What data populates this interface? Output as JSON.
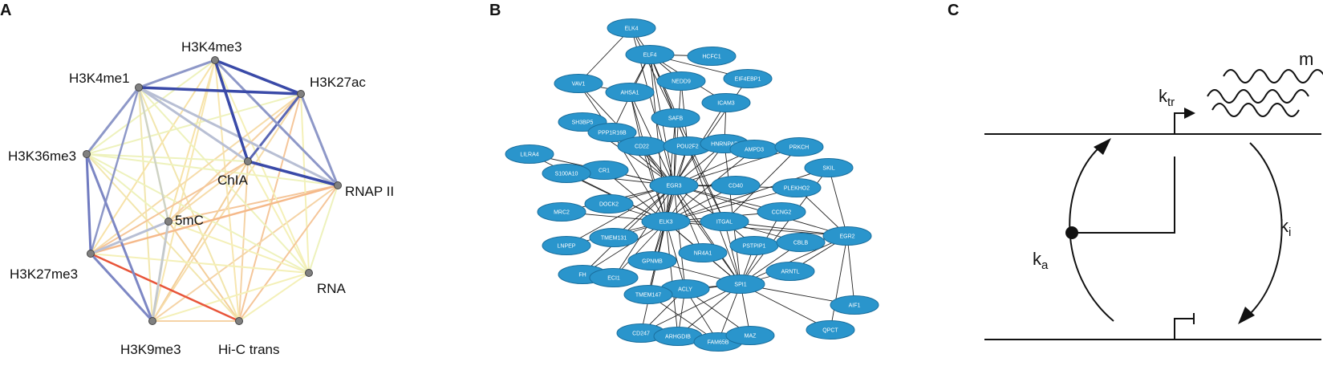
{
  "panels": {
    "a": "A",
    "b": "B",
    "c": "C"
  },
  "panel_a": {
    "nodes": [
      {
        "id": "H3K4me3",
        "label": "H3K4me3"
      },
      {
        "id": "H3K4me1",
        "label": "H3K4me1"
      },
      {
        "id": "H3K27ac",
        "label": "H3K27ac"
      },
      {
        "id": "H3K36me3",
        "label": "H3K36me3"
      },
      {
        "id": "ChIA",
        "label": "ChIA"
      },
      {
        "id": "RNAPII",
        "label": "RNAP II"
      },
      {
        "id": "5mC",
        "label": "5mC"
      },
      {
        "id": "H3K27me3",
        "label": "H3K27me3"
      },
      {
        "id": "RNA",
        "label": "RNA"
      },
      {
        "id": "H3K9me3",
        "label": "H3K9me3"
      },
      {
        "id": "HiC",
        "label": "Hi-C trans"
      }
    ],
    "edges": [
      {
        "s": "H3K4me1",
        "t": "H3K27ac",
        "color": "#3a4aa8",
        "w": 3.5
      },
      {
        "s": "H3K4me3",
        "t": "H3K27ac",
        "color": "#3a4aa8",
        "w": 3.5
      },
      {
        "s": "H3K4me3",
        "t": "ChIA",
        "color": "#3a4aa8",
        "w": 3.5
      },
      {
        "s": "ChIA",
        "t": "RNAPII",
        "color": "#3a4aa8",
        "w": 3.5
      },
      {
        "s": "H3K27ac",
        "t": "ChIA",
        "color": "#5a66b4",
        "w": 3
      },
      {
        "s": "H3K4me1",
        "t": "H3K4me3",
        "color": "#8e98c8",
        "w": 3
      },
      {
        "s": "H3K4me1",
        "t": "H3K36me3",
        "color": "#8e98c8",
        "w": 3
      },
      {
        "s": "H3K27ac",
        "t": "RNAPII",
        "color": "#8e98c8",
        "w": 3
      },
      {
        "s": "H3K4me3",
        "t": "RNAPII",
        "color": "#8e98c8",
        "w": 3
      },
      {
        "s": "H3K36me3",
        "t": "H3K27me3",
        "color": "#6f7ac0",
        "w": 3
      },
      {
        "s": "H3K27me3",
        "t": "H3K9me3",
        "color": "#7d87c4",
        "w": 3
      },
      {
        "s": "H3K36me3",
        "t": "H3K9me3",
        "color": "#7d87c4",
        "w": 3
      },
      {
        "s": "H3K4me1",
        "t": "H3K27me3",
        "color": "#8e98c8",
        "w": 2.5
      },
      {
        "s": "H3K4me1",
        "t": "RNAPII",
        "color": "#b8bfd4",
        "w": 3
      },
      {
        "s": "H3K4me1",
        "t": "ChIA",
        "color": "#b8bfd4",
        "w": 3
      },
      {
        "s": "H3K27me3",
        "t": "5mC",
        "color": "#b8bfd4",
        "w": 3
      },
      {
        "s": "5mC",
        "t": "H3K9me3",
        "color": "#c4c9cc",
        "w": 3
      },
      {
        "s": "H3K4me1",
        "t": "5mC",
        "color": "#cfd3c4",
        "w": 2.5
      },
      {
        "s": "H3K27me3",
        "t": "HiC",
        "color": "#e8553a",
        "w": 2.5
      },
      {
        "s": "H3K27me3",
        "t": "RNAPII",
        "color": "#f5b98a",
        "w": 2.5
      },
      {
        "s": "5mC",
        "t": "H3K27ac",
        "color": "#f5c69a",
        "w": 2
      },
      {
        "s": "5mC",
        "t": "RNAPII",
        "color": "#f5c69a",
        "w": 2
      },
      {
        "s": "H3K9me3",
        "t": "ChIA",
        "color": "#f3cf9a",
        "w": 2
      },
      {
        "s": "HiC",
        "t": "H3K27ac",
        "color": "#f5c69a",
        "w": 2
      },
      {
        "s": "HiC",
        "t": "ChIA",
        "color": "#f5d3a6",
        "w": 2
      },
      {
        "s": "H3K9me3",
        "t": "RNAPII",
        "color": "#f5d3a6",
        "w": 2
      },
      {
        "s": "HiC",
        "t": "5mC",
        "color": "#f3cf9a",
        "w": 2
      },
      {
        "s": "H3K4me3",
        "t": "5mC",
        "color": "#f7e2a8",
        "w": 2
      },
      {
        "s": "H3K4me3",
        "t": "H3K27me3",
        "color": "#f7e2a8",
        "w": 2
      },
      {
        "s": "H3K4me3",
        "t": "H3K9me3",
        "color": "#f7e6b0",
        "w": 2
      },
      {
        "s": "H3K4me3",
        "t": "HiC",
        "color": "#f7e6b0",
        "w": 2
      },
      {
        "s": "H3K4me3",
        "t": "RNA",
        "color": "#f4f0b8",
        "w": 2
      },
      {
        "s": "H3K4me3",
        "t": "H3K36me3",
        "color": "#eef2bd",
        "w": 2
      },
      {
        "s": "H3K4me1",
        "t": "RNA",
        "color": "#eef2bd",
        "w": 2
      },
      {
        "s": "H3K4me1",
        "t": "HiC",
        "color": "#f2e6ae",
        "w": 2
      },
      {
        "s": "H3K4me1",
        "t": "H3K9me3",
        "color": "#f2e6ae",
        "w": 2
      },
      {
        "s": "H3K27ac",
        "t": "H3K36me3",
        "color": "#eef2bd",
        "w": 2
      },
      {
        "s": "H3K27ac",
        "t": "5mC",
        "color": "#f5d3a6",
        "w": 2
      },
      {
        "s": "H3K27ac",
        "t": "H3K27me3",
        "color": "#f6dcaa",
        "w": 2
      },
      {
        "s": "H3K27ac",
        "t": "H3K9me3",
        "color": "#f6dcaa",
        "w": 2
      },
      {
        "s": "H3K27ac",
        "t": "RNA",
        "color": "#f4f0b8",
        "w": 2
      },
      {
        "s": "H3K36me3",
        "t": "ChIA",
        "color": "#eef2bd",
        "w": 2
      },
      {
        "s": "H3K36me3",
        "t": "RNAPII",
        "color": "#eef2bd",
        "w": 2
      },
      {
        "s": "H3K36me3",
        "t": "5mC",
        "color": "#eef2bd",
        "w": 2
      },
      {
        "s": "H3K36me3",
        "t": "RNA",
        "color": "#eef2bd",
        "w": 2
      },
      {
        "s": "H3K36me3",
        "t": "HiC",
        "color": "#f2e6ae",
        "w": 2
      },
      {
        "s": "ChIA",
        "t": "5mC",
        "color": "#f6dcaa",
        "w": 2
      },
      {
        "s": "ChIA",
        "t": "H3K27me3",
        "color": "#f5c69a",
        "w": 2
      },
      {
        "s": "ChIA",
        "t": "RNA",
        "color": "#f4f0b8",
        "w": 2
      },
      {
        "s": "RNAPII",
        "t": "RNA",
        "color": "#eef2bd",
        "w": 2
      },
      {
        "s": "RNAPII",
        "t": "HiC",
        "color": "#f5c69a",
        "w": 2
      },
      {
        "s": "5mC",
        "t": "RNA",
        "color": "#f4f0b8",
        "w": 2
      },
      {
        "s": "H3K27me3",
        "t": "RNA",
        "color": "#f4f0b8",
        "w": 2
      },
      {
        "s": "H3K9me3",
        "t": "RNA",
        "color": "#f4f0b8",
        "w": 2
      },
      {
        "s": "H3K9me3",
        "t": "HiC",
        "color": "#f5d3a6",
        "w": 2
      },
      {
        "s": "HiC",
        "t": "RNA",
        "color": "#f4f0b8",
        "w": 2
      }
    ]
  },
  "panel_b": {
    "nodes": [
      {
        "id": "ELK4",
        "label": "ELK4"
      },
      {
        "id": "ELF4",
        "label": "ELF4"
      },
      {
        "id": "HCFC1",
        "label": "HCFC1"
      },
      {
        "id": "VAV1",
        "label": "VAV1"
      },
      {
        "id": "NEDD9",
        "label": "NEDD9"
      },
      {
        "id": "EIF4EBP1",
        "label": "EIF4EBP1"
      },
      {
        "id": "AHSA1",
        "label": "AHSA1"
      },
      {
        "id": "ICAM3",
        "label": "ICAM3"
      },
      {
        "id": "SH3BP5",
        "label": "SH3BP5"
      },
      {
        "id": "SAFB",
        "label": "SAFB"
      },
      {
        "id": "PPP1R16B",
        "label": "PPP1R16B"
      },
      {
        "id": "CD22",
        "label": "CD22"
      },
      {
        "id": "POU2F2",
        "label": "POU2F2"
      },
      {
        "id": "HNRNPAB",
        "label": "HNRNPAB"
      },
      {
        "id": "AMPD3",
        "label": "AMPD3"
      },
      {
        "id": "PRKCH",
        "label": "PRKCH"
      },
      {
        "id": "LILRA4",
        "label": "LILRA4"
      },
      {
        "id": "CR1",
        "label": "CR1"
      },
      {
        "id": "S100A10",
        "label": "S100A10"
      },
      {
        "id": "SKIL",
        "label": "SKIL"
      },
      {
        "id": "EGR3",
        "label": "EGR3"
      },
      {
        "id": "CD40",
        "label": "CD40"
      },
      {
        "id": "PLEKHO2",
        "label": "PLEKHO2"
      },
      {
        "id": "MRC2",
        "label": "MRC2"
      },
      {
        "id": "DOCK2",
        "label": "DOCK2"
      },
      {
        "id": "CCNG2",
        "label": "CCNG2"
      },
      {
        "id": "ELK3",
        "label": "ELK3"
      },
      {
        "id": "ITGAL",
        "label": "ITGAL"
      },
      {
        "id": "EGR2",
        "label": "EGR2"
      },
      {
        "id": "TMEM131",
        "label": "TMEM131"
      },
      {
        "id": "LNPEP",
        "label": "LNPEP"
      },
      {
        "id": "PSTPIP1",
        "label": "PSTPIP1"
      },
      {
        "id": "CBLB",
        "label": "CBLB"
      },
      {
        "id": "NR4A1",
        "label": "NR4A1"
      },
      {
        "id": "GPNMB",
        "label": "GPNMB"
      },
      {
        "id": "ARNTL",
        "label": "ARNTL"
      },
      {
        "id": "FH",
        "label": "FH"
      },
      {
        "id": "ECI1",
        "label": "ECI1"
      },
      {
        "id": "SPI1",
        "label": "SPI1"
      },
      {
        "id": "ACLY",
        "label": "ACLY"
      },
      {
        "id": "TMEM147",
        "label": "TMEM147"
      },
      {
        "id": "AIF1",
        "label": "AIF1"
      },
      {
        "id": "QPCT",
        "label": "QPCT"
      },
      {
        "id": "CD247",
        "label": "CD247"
      },
      {
        "id": "ARHGDIB",
        "label": "ARHGDIB"
      },
      {
        "id": "FAM65B",
        "label": "FAM65B"
      },
      {
        "id": "MAZ",
        "label": "MAZ"
      }
    ],
    "edges": [
      [
        "ELK4",
        "ELF4"
      ],
      [
        "ELK4",
        "VAV1"
      ],
      [
        "ELK4",
        "SAFB"
      ],
      [
        "ELK4",
        "EGR3"
      ],
      [
        "ELF4",
        "HCFC1"
      ],
      [
        "ELF4",
        "NEDD9"
      ],
      [
        "ELF4",
        "EIF4EBP1"
      ],
      [
        "ELF4",
        "AHSA1"
      ],
      [
        "ELF4",
        "ICAM3"
      ],
      [
        "ELF4",
        "SAFB"
      ],
      [
        "ELF4",
        "POU2F2"
      ],
      [
        "ELF4",
        "EGR3"
      ],
      [
        "ELF4",
        "ELK3"
      ],
      [
        "ELF4",
        "ITGAL"
      ],
      [
        "ELF4",
        "PPP1R16B"
      ],
      [
        "VAV1",
        "AHSA1"
      ],
      [
        "VAV1",
        "EGR3"
      ],
      [
        "VAV1",
        "PPP1R16B"
      ],
      [
        "NEDD9",
        "EGR3"
      ],
      [
        "NEDD9",
        "POU2F2"
      ],
      [
        "EIF4EBP1",
        "EGR3"
      ],
      [
        "ICAM3",
        "EGR3"
      ],
      [
        "ICAM3",
        "HNRNPAB"
      ],
      [
        "AHSA1",
        "CD22"
      ],
      [
        "AHSA1",
        "EGR3"
      ],
      [
        "AHSA1",
        "ELK3"
      ],
      [
        "SH3BP5",
        "EGR3"
      ],
      [
        "SH3BP5",
        "PPP1R16B"
      ],
      [
        "SAFB",
        "EGR3"
      ],
      [
        "SAFB",
        "ELK3"
      ],
      [
        "SAFB",
        "POU2F2"
      ],
      [
        "PPP1R16B",
        "EGR3"
      ],
      [
        "PPP1R16B",
        "ELK3"
      ],
      [
        "CD22",
        "EGR3"
      ],
      [
        "CD22",
        "ELK3"
      ],
      [
        "CD22",
        "SPI1"
      ],
      [
        "POU2F2",
        "EGR3"
      ],
      [
        "POU2F2",
        "ELK3"
      ],
      [
        "POU2F2",
        "SPI1"
      ],
      [
        "POU2F2",
        "ITGAL"
      ],
      [
        "HNRNPAB",
        "EGR3"
      ],
      [
        "HNRNPAB",
        "ELK3"
      ],
      [
        "HNRNPAB",
        "SPI1"
      ],
      [
        "AMPD3",
        "EGR3"
      ],
      [
        "AMPD3",
        "ELK3"
      ],
      [
        "PRKCH",
        "EGR3"
      ],
      [
        "PRKCH",
        "ITGAL"
      ],
      [
        "LILRA4",
        "EGR3"
      ],
      [
        "LILRA4",
        "ELK3"
      ],
      [
        "CR1",
        "EGR3"
      ],
      [
        "CR1",
        "ELK3"
      ],
      [
        "S100A10",
        "EGR3"
      ],
      [
        "S100A10",
        "ELK3"
      ],
      [
        "SKIL",
        "EGR2"
      ],
      [
        "SKIL",
        "ELK3"
      ],
      [
        "SKIL",
        "SPI1"
      ],
      [
        "EGR3",
        "CD40"
      ],
      [
        "EGR3",
        "PLEKHO2"
      ],
      [
        "EGR3",
        "MRC2"
      ],
      [
        "EGR3",
        "DOCK2"
      ],
      [
        "EGR3",
        "ELK3"
      ],
      [
        "EGR3",
        "ITGAL"
      ],
      [
        "EGR3",
        "TMEM131"
      ],
      [
        "EGR3",
        "LNPEP"
      ],
      [
        "EGR3",
        "FH"
      ],
      [
        "EGR3",
        "ECI1"
      ],
      [
        "EGR3",
        "GPNMB"
      ],
      [
        "EGR3",
        "NR4A1"
      ],
      [
        "EGR3",
        "SPI1"
      ],
      [
        "EGR3",
        "ACLY"
      ],
      [
        "EGR3",
        "TMEM147"
      ],
      [
        "EGR3",
        "CCNG2"
      ],
      [
        "EGR3",
        "EGR2"
      ],
      [
        "CD40",
        "ELK3"
      ],
      [
        "PLEKHO2",
        "ELK3"
      ],
      [
        "PLEKHO2",
        "EGR2"
      ],
      [
        "MRC2",
        "ELK3"
      ],
      [
        "DOCK2",
        "ELK3"
      ],
      [
        "CCNG2",
        "ELK3"
      ],
      [
        "CCNG2",
        "SPI1"
      ],
      [
        "ELK3",
        "ITGAL"
      ],
      [
        "ELK3",
        "TMEM131"
      ],
      [
        "ELK3",
        "LNPEP"
      ],
      [
        "ELK3",
        "GPNMB"
      ],
      [
        "ELK3",
        "NR4A1"
      ],
      [
        "ELK3",
        "SPI1"
      ],
      [
        "ELK3",
        "FH"
      ],
      [
        "ELK3",
        "ECI1"
      ],
      [
        "ELK3",
        "ACLY"
      ],
      [
        "ELK3",
        "TMEM147"
      ],
      [
        "ELK3",
        "CD247"
      ],
      [
        "ELK3",
        "ARHGDIB"
      ],
      [
        "ELK3",
        "EGR2"
      ],
      [
        "ITGAL",
        "SPI1"
      ],
      [
        "ITGAL",
        "EGR2"
      ],
      [
        "ITGAL",
        "PSTPIP1"
      ],
      [
        "ITGAL",
        "CBLB"
      ],
      [
        "EGR2",
        "CBLB"
      ],
      [
        "EGR2",
        "ARNTL"
      ],
      [
        "EGR2",
        "SPI1"
      ],
      [
        "EGR2",
        "AIF1"
      ],
      [
        "EGR2",
        "QPCT"
      ],
      [
        "PSTPIP1",
        "SPI1"
      ],
      [
        "CBLB",
        "SPI1"
      ],
      [
        "NR4A1",
        "SPI1"
      ],
      [
        "GPNMB",
        "SPI1"
      ],
      [
        "ARNTL",
        "SPI1"
      ],
      [
        "ACLY",
        "SPI1"
      ],
      [
        "TMEM147",
        "SPI1"
      ],
      [
        "SPI1",
        "AIF1"
      ],
      [
        "SPI1",
        "QPCT"
      ],
      [
        "SPI1",
        "CD247"
      ],
      [
        "SPI1",
        "ARHGDIB"
      ],
      [
        "SPI1",
        "FAM65B"
      ],
      [
        "SPI1",
        "MAZ"
      ],
      [
        "CD247",
        "ACLY"
      ],
      [
        "ARHGDIB",
        "ACLY"
      ],
      [
        "FAM65B",
        "ACLY"
      ],
      [
        "MAZ",
        "ACLY"
      ],
      [
        "CD247",
        "FAM65B"
      ],
      [
        "ARHGDIB",
        "MAZ"
      ],
      [
        "FAM65B",
        "TMEM147"
      ]
    ]
  },
  "panel_c": {
    "k_tr": {
      "main": "k",
      "sub": "tr"
    },
    "k_a": {
      "main": "k",
      "sub": "a"
    },
    "k_i": {
      "main": "k",
      "sub": "i"
    },
    "m": "m"
  },
  "colors": {
    "node_b": "#2a95cc",
    "node_b_stroke": "#1a6f9e",
    "node_a": "#808080"
  }
}
